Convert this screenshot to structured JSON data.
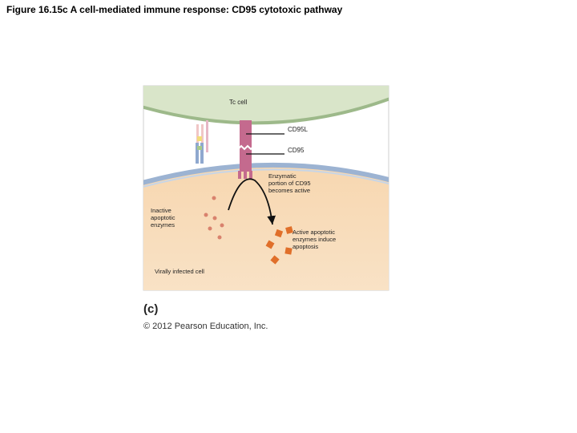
{
  "title": "Figure 16.15c A cell-mediated immune response: CD95 cytotoxic pathway",
  "labels": {
    "tc_cell": "Tc cell",
    "cd95l": "CD95L",
    "cd95": "CD95",
    "enzymatic_line1": "Enzymatic",
    "enzymatic_line2": "portion of CD95",
    "enzymatic_line3": "becomes active",
    "inactive_line1": "Inactive",
    "inactive_line2": "apoptotic",
    "inactive_line3": "enzymes",
    "active_line1": "Active apoptotic",
    "active_line2": "enzymes induce",
    "active_line3": "apoptosis",
    "virally_infected": "Virally infected cell"
  },
  "panel_label": "(c)",
  "copyright": "© 2012 Pearson Education, Inc.",
  "colors": {
    "tc_cell_fill": "#d6e3c6",
    "tc_membrane": "#9db98a",
    "infected_fill": "#f5d2a8",
    "infected_membrane": "#9cb3d2",
    "cd95_receptor": "#c46a8e",
    "inactive_enzyme": "#d9826d",
    "active_enzyme": "#e06f2a"
  }
}
